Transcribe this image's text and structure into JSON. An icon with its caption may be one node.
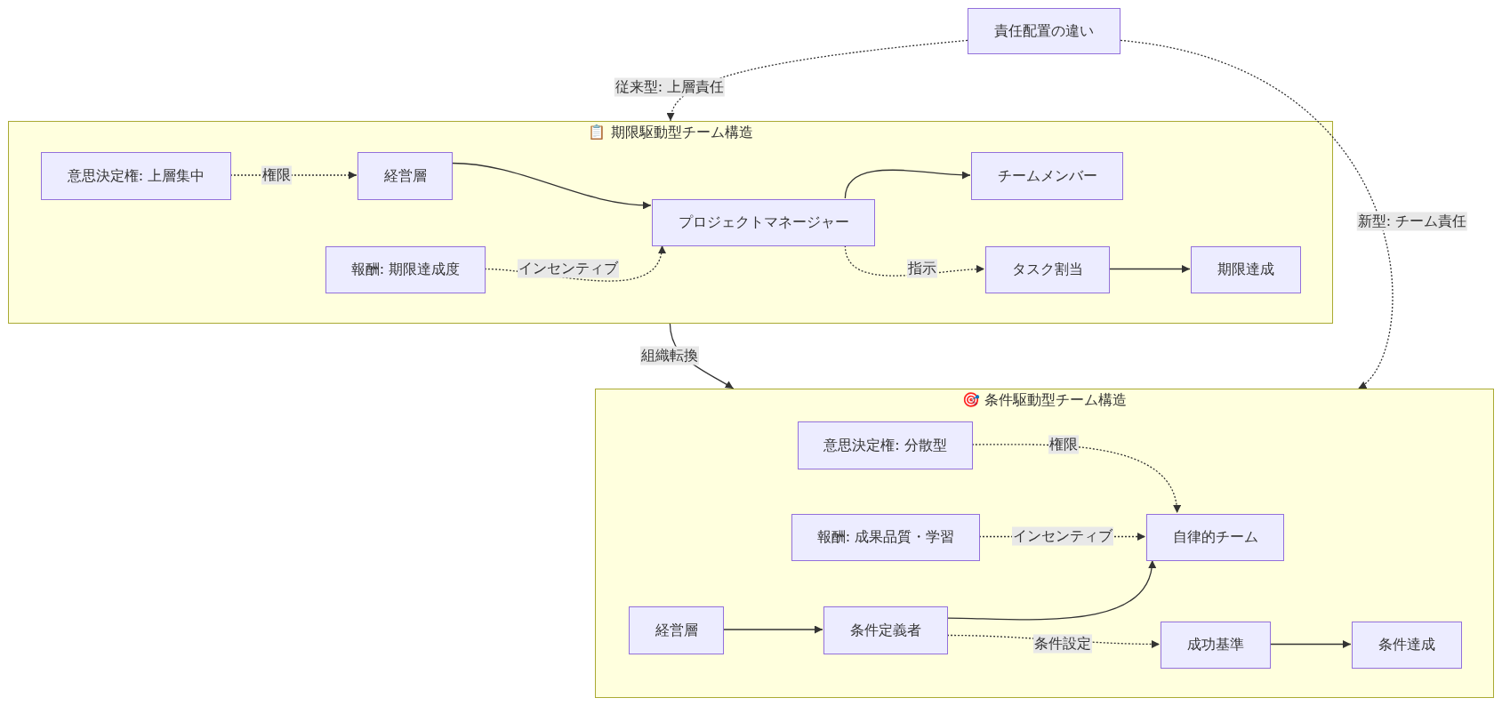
{
  "diagram": {
    "nodes": [
      {
        "text": [
          "責任配置の違い"
        ]
      },
      {
        "text": [
          "📋 期限駆動型チーム構造"
        ]
      },
      {
        "text": [
          "意思決定権: 上層集中"
        ],
        "in": 1
      },
      {
        "text": [
          "経営層"
        ],
        "in": 1
      },
      {
        "text": [
          "プロジェクトマネージャー"
        ],
        "in": 1
      },
      {
        "text": [
          "チームメンバー"
        ],
        "in": 1
      },
      {
        "text": [
          "報酬: 期限達成度"
        ],
        "in": 1
      },
      {
        "text": [
          "タスク割当"
        ],
        "in": 1
      },
      {
        "text": [
          "期限達成"
        ],
        "in": 1
      },
      {
        "text": [
          "🎯 条件駆動型チーム構造"
        ]
      },
      {
        "text": [
          "意思決定権: 分散型"
        ],
        "in": 9
      },
      {
        "text": [
          "報酬: 成果品質・学習"
        ],
        "in": 9
      },
      {
        "text": [
          "自律的チーム"
        ],
        "in": 9
      },
      {
        "text": [
          "経営層"
        ],
        "in": 9
      },
      {
        "text": [
          "条件定義者"
        ],
        "in": 9
      },
      {
        "text": [
          "成功基準"
        ],
        "in": 9
      },
      {
        "text": [
          "条件達成"
        ],
        "in": 9
      }
    ],
    "edges": [
      {
        "from": 0,
        "to": 1,
        "arrow": "to",
        "label": "従来型: 上層責任",
        "style": "dashed"
      },
      {
        "from": 0,
        "to": 9,
        "arrow": "to",
        "label": "新型: チーム責任",
        "style": "dashed"
      },
      {
        "from": 2,
        "to": 3,
        "arrow": "to",
        "label": "権限",
        "style": "dashed"
      },
      {
        "from": 3,
        "to": 4,
        "arrow": "to"
      },
      {
        "from": 4,
        "to": 5,
        "arrow": "to"
      },
      {
        "from": 6,
        "to": 4,
        "arrow": "to",
        "label": "インセンティブ",
        "style": "dashed"
      },
      {
        "from": 4,
        "to": 7,
        "arrow": "to",
        "label": "指示",
        "style": "dashed"
      },
      {
        "from": 7,
        "to": 8,
        "arrow": "to"
      },
      {
        "from": 1,
        "to": 9,
        "arrow": "to",
        "label": "組織転換"
      },
      {
        "from": 10,
        "to": 12,
        "arrow": "to",
        "label": "権限",
        "style": "dashed"
      },
      {
        "from": 11,
        "to": 12,
        "arrow": "to",
        "label": "インセンティブ",
        "style": "dashed"
      },
      {
        "from": 13,
        "to": 14,
        "arrow": "to"
      },
      {
        "from": 14,
        "to": 12,
        "arrow": "to"
      },
      {
        "from": 14,
        "to": 15,
        "arrow": "to",
        "label": "条件設定",
        "style": "dashed"
      },
      {
        "from": 15,
        "to": 16,
        "arrow": "to"
      }
    ]
  }
}
